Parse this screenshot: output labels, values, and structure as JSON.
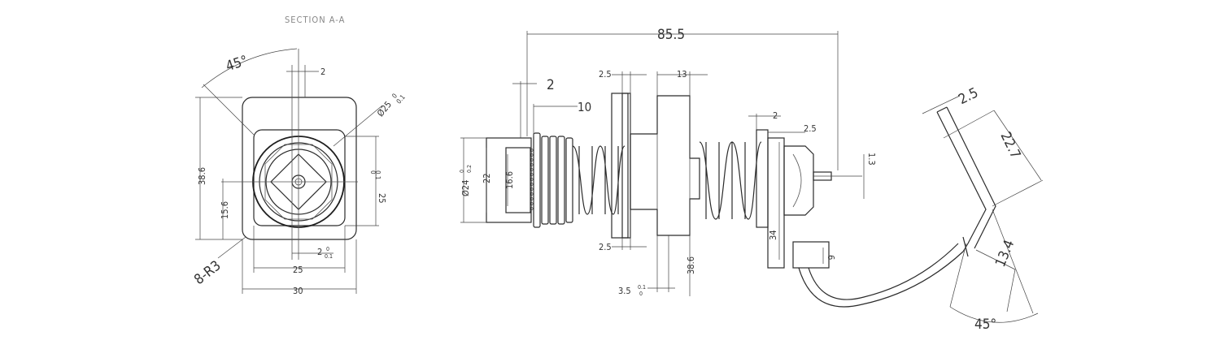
{
  "title": "SECTION A-A",
  "left_view": {
    "dims": {
      "angle": "45°",
      "slot": "2",
      "diameter": "Ø25",
      "diameter_tol": "0",
      "diameter_tol2": "0.1",
      "height": "38.6",
      "inner": "25",
      "inner_tol": "0",
      "inner_tol2": "0.1",
      "offset": "15.6",
      "key": "2",
      "key_tol": "0",
      "key_tol2": "0.1",
      "radius": "8-R3",
      "width_inner": "25",
      "width_outer": "30"
    }
  },
  "side_view": {
    "dims": {
      "overall": "85.5",
      "d1": "2",
      "d2": "10",
      "d3": "2.5",
      "d4": "13",
      "d5": "2",
      "d6": "2.5",
      "d7": "1.3",
      "dia_a": "Ø24",
      "dia_a_tol": "0",
      "dia_a_tol2": "0.2",
      "dia_b": "22",
      "dia_c": "16.6",
      "d8": "2.5",
      "d9": "3.5",
      "d9_tol": "0.1",
      "d9_tol2": "0",
      "d10": "38.6",
      "d11": "34",
      "d12": "6"
    }
  },
  "tab_view": {
    "dims": {
      "thickness": "2.5",
      "len_top": "22.7",
      "len_bottom": "13.4",
      "angle": "45°"
    }
  }
}
